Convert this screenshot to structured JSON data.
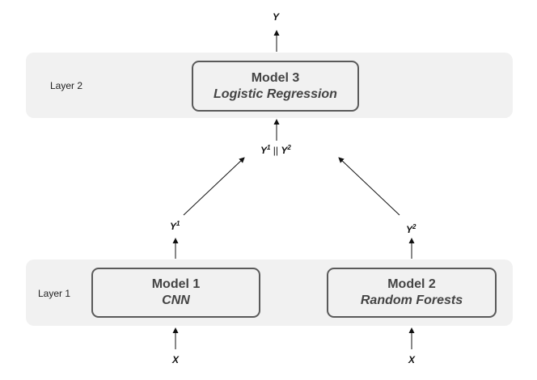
{
  "layer2": {
    "label": "Layer 2",
    "model": {
      "title": "Model 3",
      "subtitle": "Logistic Regression"
    }
  },
  "layer1": {
    "label": "Layer 1",
    "model_left": {
      "title": "Model 1",
      "subtitle": "CNN"
    },
    "model_right": {
      "title": "Model 2",
      "subtitle": "Random Forests"
    }
  },
  "variables": {
    "output": "Y",
    "concat_y1": "Y",
    "concat_sup1": "1",
    "concat_sep": " || ",
    "concat_y2": "Y",
    "concat_sup2": "2",
    "y1": "Y",
    "y1_sup": "1",
    "y2": "Y",
    "y2_sup": "2",
    "input_left": "X",
    "input_right": "X"
  }
}
